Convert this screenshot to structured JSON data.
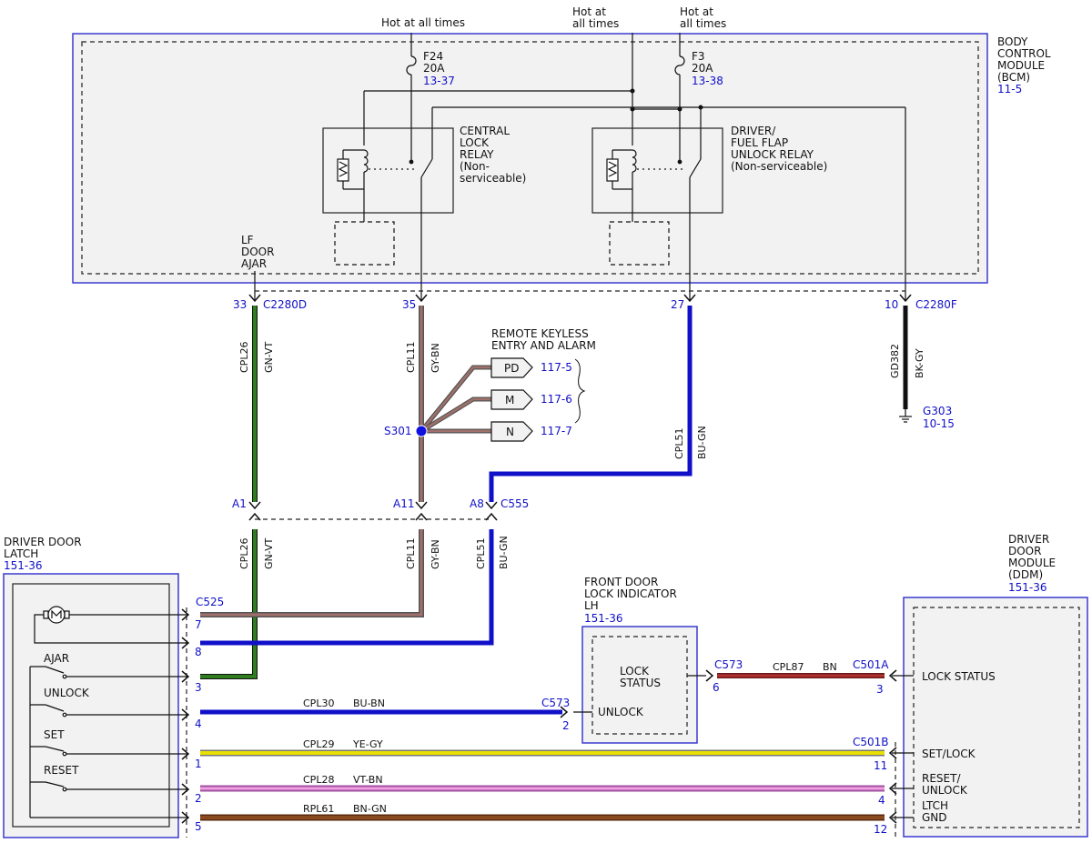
{
  "power": {
    "hot1": "Hot at all times",
    "hot2_l1": "Hot at",
    "hot2_l2": "all times",
    "hot3_l1": "Hot at",
    "hot3_l2": "all times"
  },
  "fuses": [
    {
      "name": "F24",
      "rating": "20A",
      "ref": "13-37"
    },
    {
      "name": "F3",
      "rating": "20A",
      "ref": "13-38"
    }
  ],
  "bcm": {
    "lines": [
      "BODY",
      "CONTROL",
      "MODULE",
      "(BCM)"
    ],
    "ref": "11-5",
    "central_relay": [
      "CENTRAL",
      "LOCK",
      "RELAY",
      "(Non-",
      "serviceable)"
    ],
    "driver_relay": [
      "DRIVER/",
      "FUEL FLAP",
      "UNLOCK RELAY",
      "(Non-serviceable)"
    ],
    "lf_door_ajar": [
      "LF",
      "DOOR",
      "AJAR"
    ]
  },
  "bcm_pins": [
    {
      "pin": "33",
      "connector": "C2280D"
    },
    {
      "pin": "35",
      "connector": ""
    },
    {
      "pin": "27",
      "connector": ""
    },
    {
      "pin": "10",
      "connector": "C2280F"
    }
  ],
  "wires": {
    "cpl26": {
      "circuit": "CPL26",
      "color": "GN-VT"
    },
    "cpl11": {
      "circuit": "CPL11",
      "color": "GY-BN"
    },
    "cpl51": {
      "circuit": "CPL51",
      "color": "BU-GN"
    },
    "gd382": {
      "circuit": "GD382",
      "color": "BK-GY"
    },
    "cpl30": {
      "circuit": "CPL30",
      "color": "BU-BN"
    },
    "cpl29": {
      "circuit": "CPL29",
      "color": "YE-GY"
    },
    "cpl28": {
      "circuit": "CPL28",
      "color": "VT-BN"
    },
    "rpl61": {
      "circuit": "RPL61",
      "color": "BN-GN"
    },
    "cpl87": {
      "circuit": "CPL87",
      "color": "BN"
    }
  },
  "ground": {
    "name": "G303",
    "ref": "10-15"
  },
  "splice": "S301",
  "rke": {
    "title": [
      "REMOTE KEYLESS",
      "ENTRY AND ALARM"
    ],
    "items": [
      {
        "label": "PD",
        "ref": "117-5"
      },
      {
        "label": "M",
        "ref": "117-6"
      },
      {
        "label": "N",
        "ref": "117-7"
      }
    ]
  },
  "c555": {
    "name": "C555",
    "pins": [
      "A1",
      "A11",
      "A8"
    ]
  },
  "latch": {
    "title": [
      "DRIVER DOOR",
      "LATCH"
    ],
    "ref": "151-36",
    "connector": "C525",
    "switches": [
      "AJAR",
      "UNLOCK",
      "SET",
      "RESET"
    ],
    "pins": [
      "7",
      "8",
      "3",
      "4",
      "1",
      "2",
      "5"
    ]
  },
  "indicator": {
    "title": [
      "FRONT DOOR",
      "LOCK INDICATOR",
      "LH"
    ],
    "ref": "151-36",
    "lock_status": [
      "LOCK",
      "STATUS"
    ],
    "unlock": "UNLOCK",
    "conn_unlock": "C573",
    "pin_unlock": "2",
    "conn_status": "C573",
    "pin_status": "6"
  },
  "ddm": {
    "title": [
      "DRIVER",
      "DOOR",
      "MODULE",
      "(DDM)"
    ],
    "ref": "151-36",
    "conn_a": "C501A",
    "conn_b": "C501B",
    "lock_status": "LOCK STATUS",
    "set_lock": "SET/LOCK",
    "reset_unlock": [
      "RESET/",
      "UNLOCK"
    ],
    "ltch_gnd": [
      "LTCH",
      "GND"
    ],
    "pins": [
      "3",
      "11",
      "4",
      "12"
    ]
  },
  "colors": {
    "green": "#2e7d1e",
    "blue": "#1010c8",
    "gray_brown": "#8a6a5a",
    "brown": "#7a3d14",
    "red_brown": "#a52a2a",
    "yellow": "#e8e000",
    "violet": "#e070c0",
    "label_blue": "#1010c8"
  }
}
